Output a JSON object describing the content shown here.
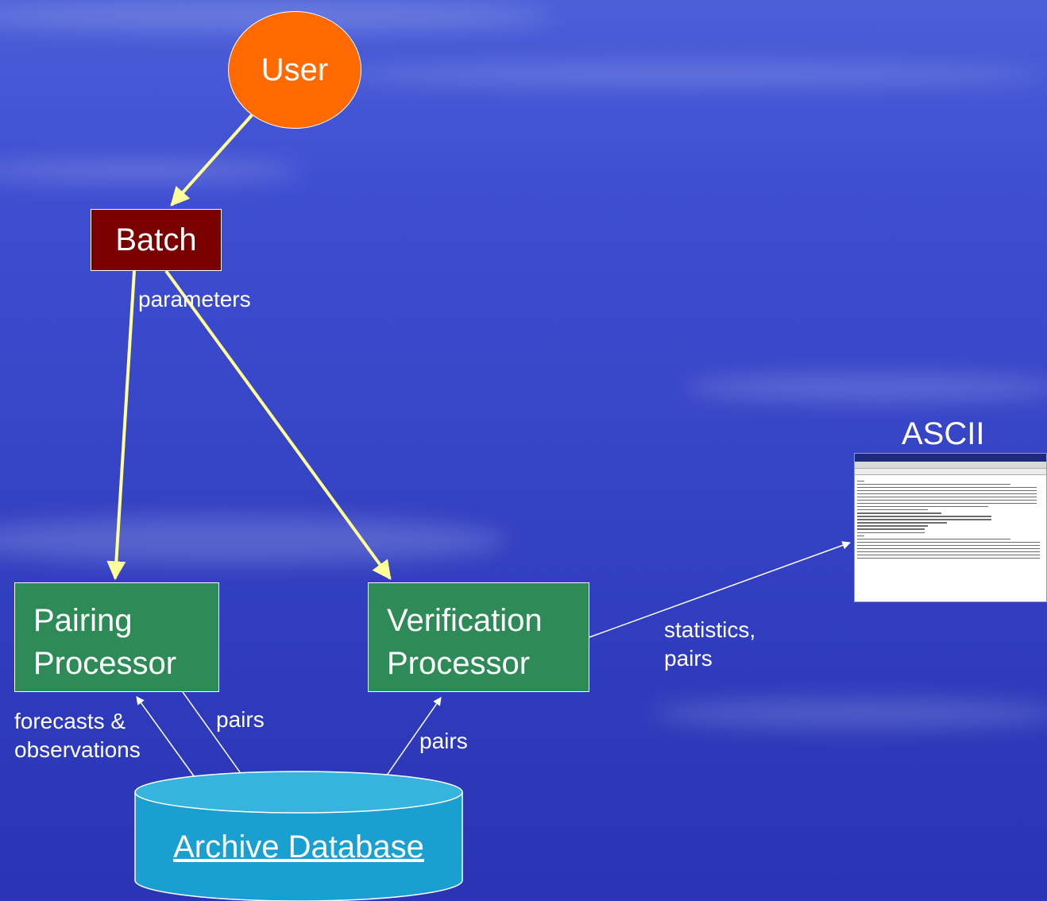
{
  "nodes": {
    "user": "User",
    "batch": "Batch",
    "pairing": [
      "Pairing",
      "Processor"
    ],
    "verification": [
      "Verification",
      "Processor"
    ],
    "archive": "Archive Database"
  },
  "edge_labels": {
    "parameters": "parameters",
    "forecasts_observations": [
      "forecasts &",
      "observations"
    ],
    "pairs_to_db": "pairs",
    "pairs_from_db": "pairs",
    "statistics_pairs": [
      "statistics,",
      "pairs"
    ]
  },
  "output": {
    "title": "ASCII"
  },
  "colors": {
    "user": "#ff6a00",
    "batch": "#7a0000",
    "processor": "#2e8b57",
    "database": "#1aa0d0",
    "arrow_yellow": "#ffff99",
    "arrow_white": "#ffffff"
  }
}
